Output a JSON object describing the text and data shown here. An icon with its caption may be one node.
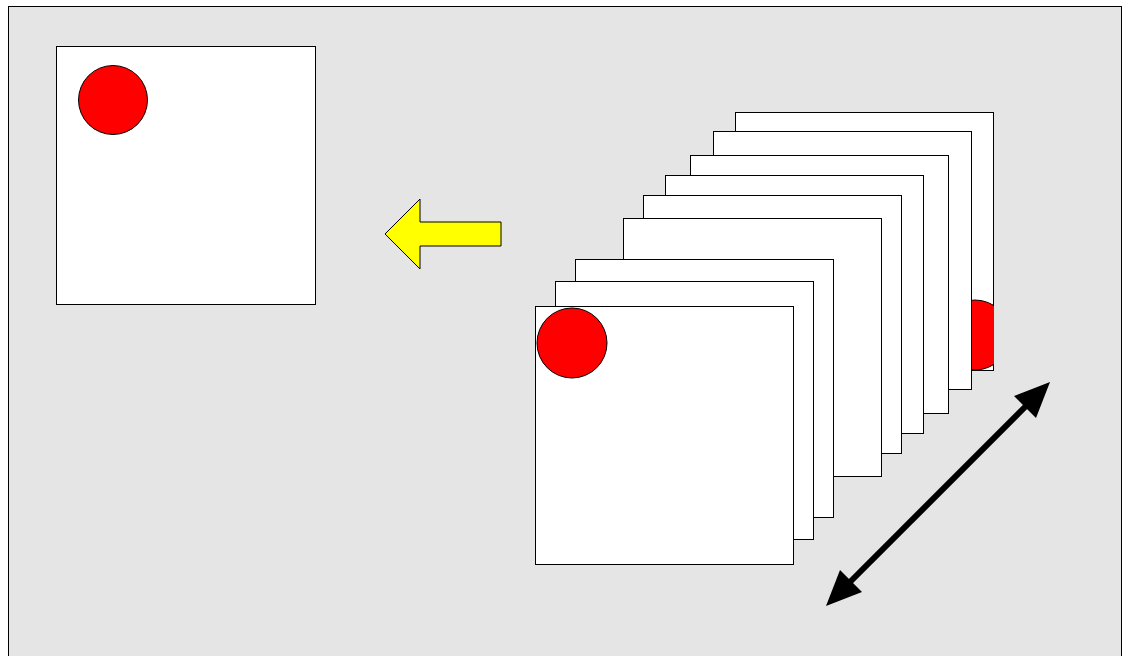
{
  "diagram": {
    "nodes": [
      {
        "text": [],
        "shape": "box"
      },
      {
        "text": [],
        "shape": "circle",
        "in": 0
      },
      {
        "text": [],
        "shape": "picture"
      }
    ],
    "edges": [
      {
        "from": 2,
        "to": 0,
        "arrow": "to",
        "style": "thick",
        "color": "#ffff00"
      }
    ]
  }
}
